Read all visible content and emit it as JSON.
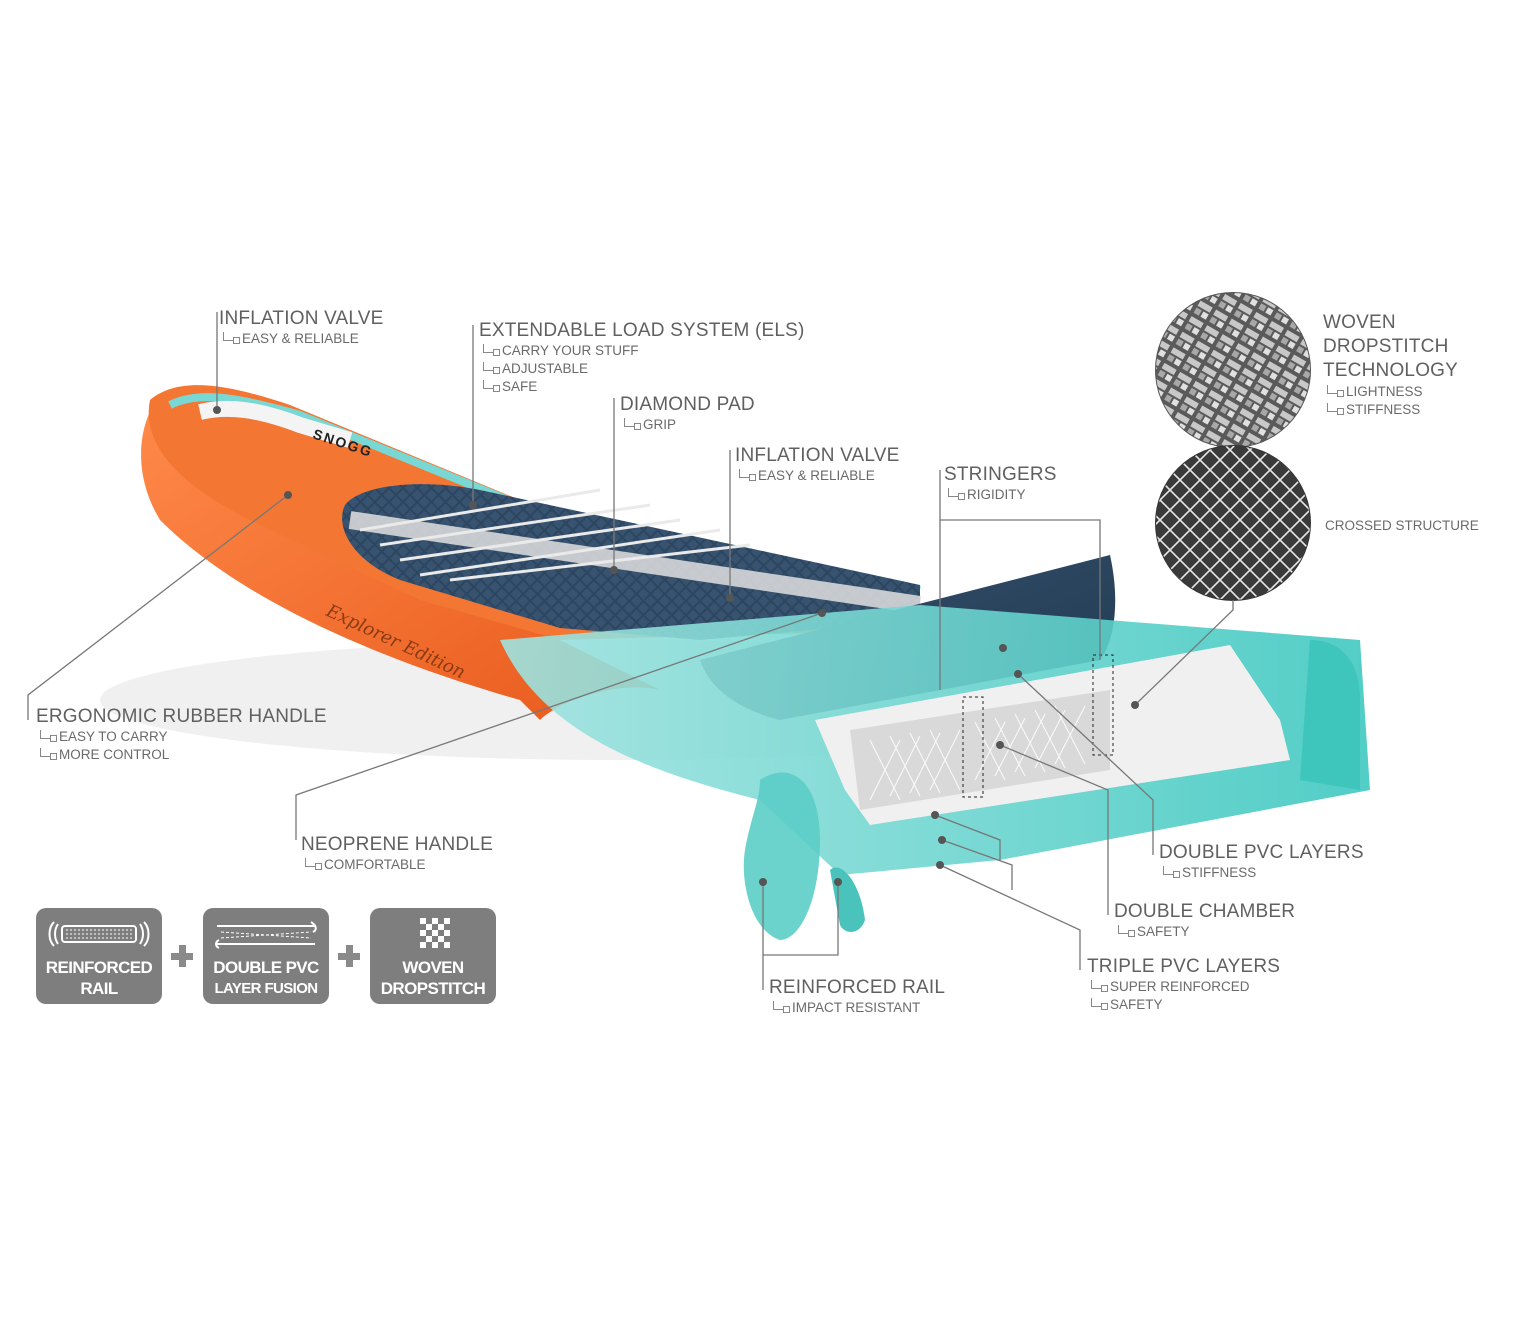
{
  "callouts": {
    "inflation_valve_1": {
      "title": "INFLATION VALVE",
      "items": [
        "EASY & RELIABLE"
      ]
    },
    "els": {
      "title": "EXTENDABLE LOAD SYSTEM (ELS)",
      "items": [
        "CARRY YOUR STUFF",
        "ADJUSTABLE",
        "SAFE"
      ]
    },
    "diamond_pad": {
      "title": "DIAMOND PAD",
      "items": [
        "GRIP"
      ]
    },
    "inflation_valve_2": {
      "title": "INFLATION VALVE",
      "items": [
        "EASY & RELIABLE"
      ]
    },
    "stringers": {
      "title": "STRINGERS",
      "items": [
        "RIGIDITY"
      ]
    },
    "woven_dropstitch": {
      "title_lines": [
        "WOVEN",
        "DROPSTITCH",
        "TECHNOLOGY"
      ],
      "items": [
        "LIGHTNESS",
        "STIFFNESS"
      ]
    },
    "crossed_structure": {
      "title": "CROSSED STRUCTURE"
    },
    "ergonomic_handle": {
      "title": "ERGONOMIC RUBBER HANDLE",
      "items": [
        "EASY TO CARRY",
        "MORE CONTROL"
      ]
    },
    "neoprene_handle": {
      "title": "NEOPRENE HANDLE",
      "items": [
        "COMFORTABLE"
      ]
    },
    "double_pvc_layers": {
      "title": "DOUBLE PVC LAYERS",
      "items": [
        "STIFFNESS"
      ]
    },
    "double_chamber": {
      "title": "DOUBLE CHAMBER",
      "items": [
        "SAFETY"
      ]
    },
    "triple_pvc_layers": {
      "title": "TRIPLE PVC LAYERS",
      "items": [
        "SUPER REINFORCED",
        "SAFETY"
      ]
    },
    "reinforced_rail": {
      "title": "REINFORCED RAIL",
      "items": [
        "IMPACT RESISTANT"
      ]
    }
  },
  "board": {
    "brand": "SNOGG",
    "edition": "Explorer Edition",
    "colors": {
      "orange": "#f06a2a",
      "teal": "#6fd3cf",
      "navy": "#2e4660",
      "pad_stripe": "#e6e6e6"
    }
  },
  "badges": [
    {
      "line1": "REINFORCED",
      "line2": "RAIL",
      "icon": "reinforced-rail-icon"
    },
    {
      "line1": "DOUBLE PVC",
      "line2": "LAYER FUSION",
      "icon": "double-pvc-layer-icon"
    },
    {
      "line1": "WOVEN",
      "line2": "DROPSTITCH",
      "icon": "woven-dropstitch-icon"
    }
  ],
  "badge_color": "#7e7e7e"
}
